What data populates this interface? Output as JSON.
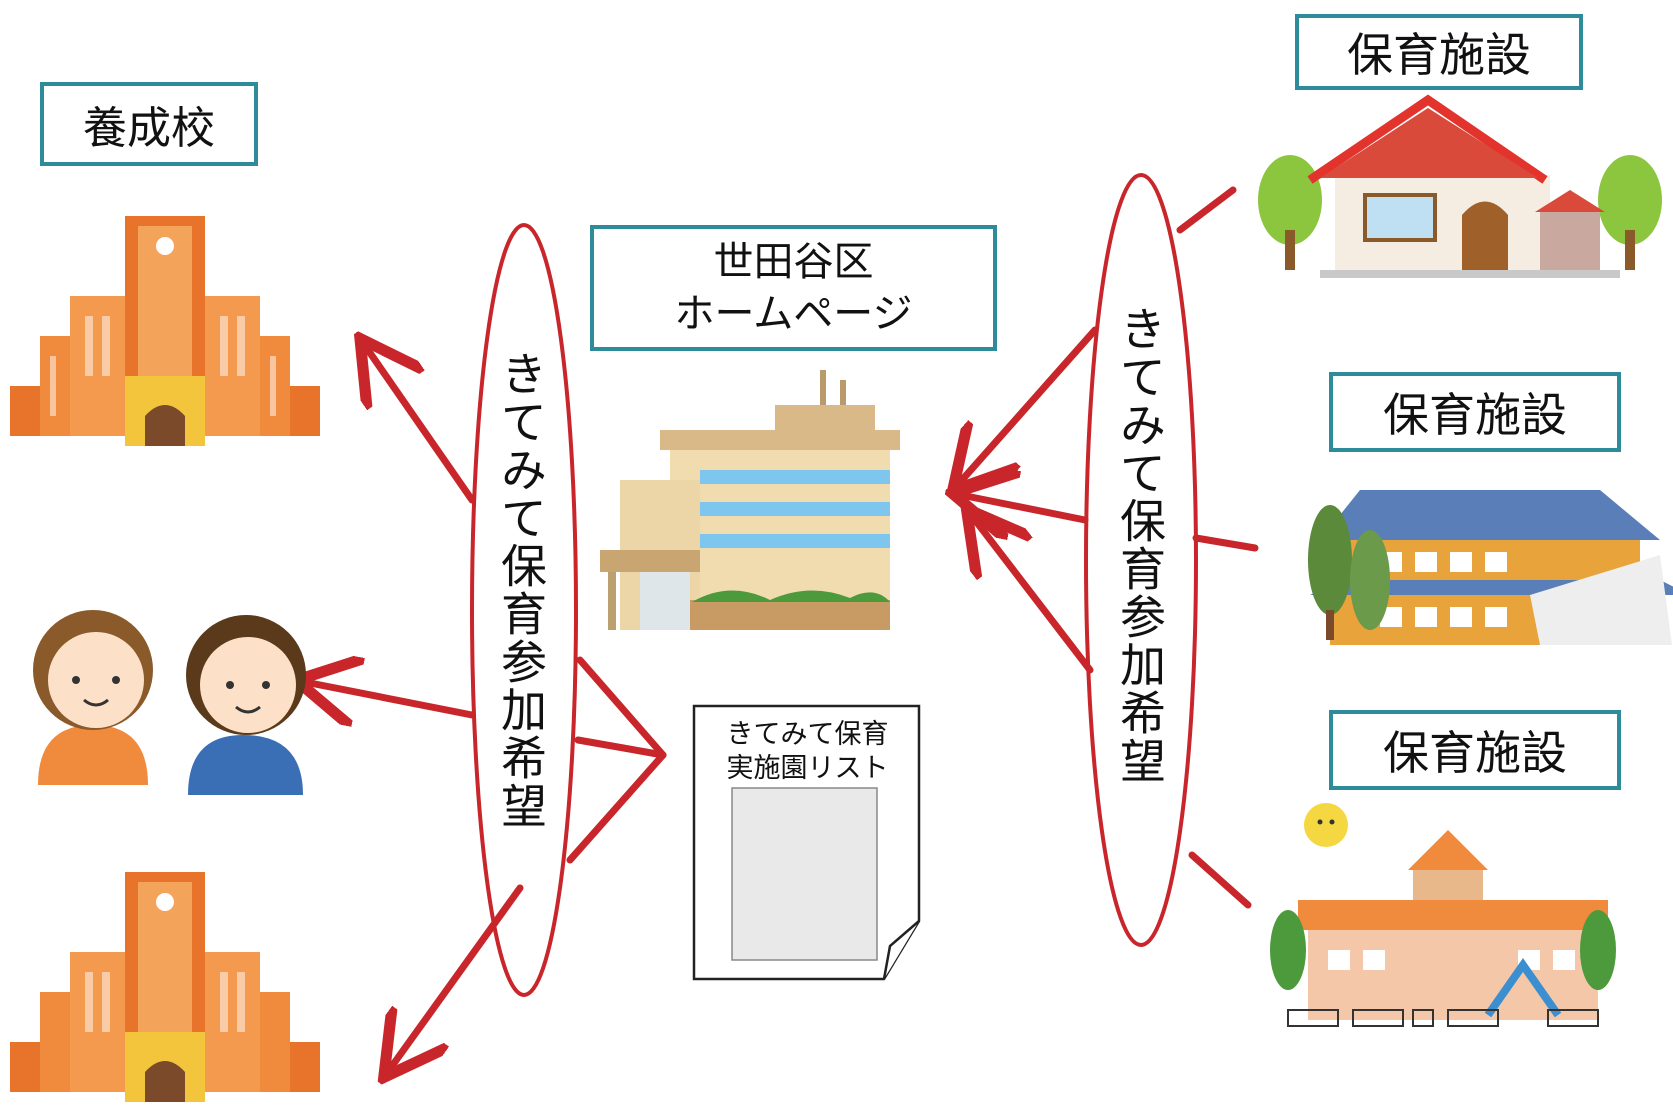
{
  "labels": {
    "school": "養成校",
    "homepage_line1": "世田谷区",
    "homepage_line2": "ホームページ",
    "facility_1": "保育施設",
    "facility_2": "保育施設",
    "facility_3": "保育施設"
  },
  "bubbles": {
    "left": "きてみて保育参加希望",
    "right": "きてみて保育参加希望"
  },
  "document": {
    "line1": "きてみて保育",
    "line2": "実施園リスト"
  },
  "icons": {
    "school_top": "university-building-icon",
    "students": "students-icon",
    "school_bottom": "university-building-icon",
    "city_hall": "city-hall-building-icon",
    "facility_house": "house-nursery-icon",
    "facility_wooden": "wooden-nursery-icon",
    "facility_kindergarten": "kindergarten-icon",
    "document": "document-list-icon"
  },
  "colors": {
    "arrow": "#c8262b",
    "label_border": "#2e8b9a",
    "ellipse_border": "#c8262b"
  }
}
